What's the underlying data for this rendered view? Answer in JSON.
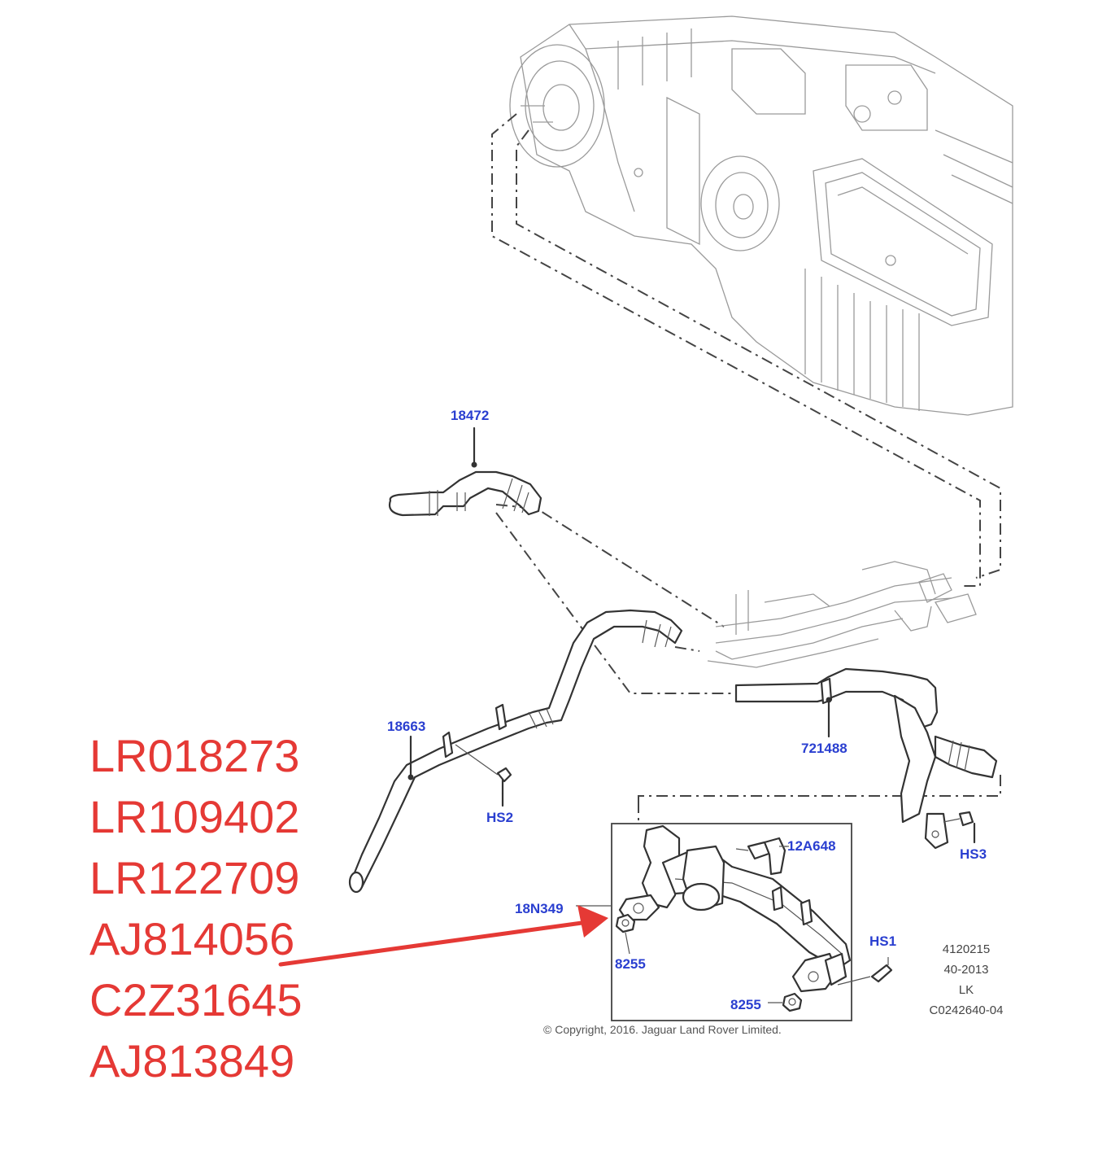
{
  "diagram": {
    "callouts": {
      "c18472": "18472",
      "c18663": "18663",
      "c721488": "721488",
      "cHS2": "HS2",
      "cHS3": "HS3",
      "c12A648": "12A648",
      "c18N349": "18N349",
      "c8255a": "8255",
      "c8255b": "8255",
      "cHS1": "HS1"
    },
    "reference": {
      "line1": "4120215",
      "line2": "40-2013",
      "line3": "LK",
      "line4": "C0242640-04"
    },
    "copyright": "© Copyright, 2016. Jaguar Land Rover Limited."
  },
  "part_numbers": [
    "LR018273",
    "LR109402",
    "LR122709",
    "AJ814056",
    "C2Z31645",
    "AJ813849"
  ],
  "colors": {
    "callout": "#2a3fd0",
    "part_numbers": "#e53935",
    "arrow": "#e53935"
  }
}
